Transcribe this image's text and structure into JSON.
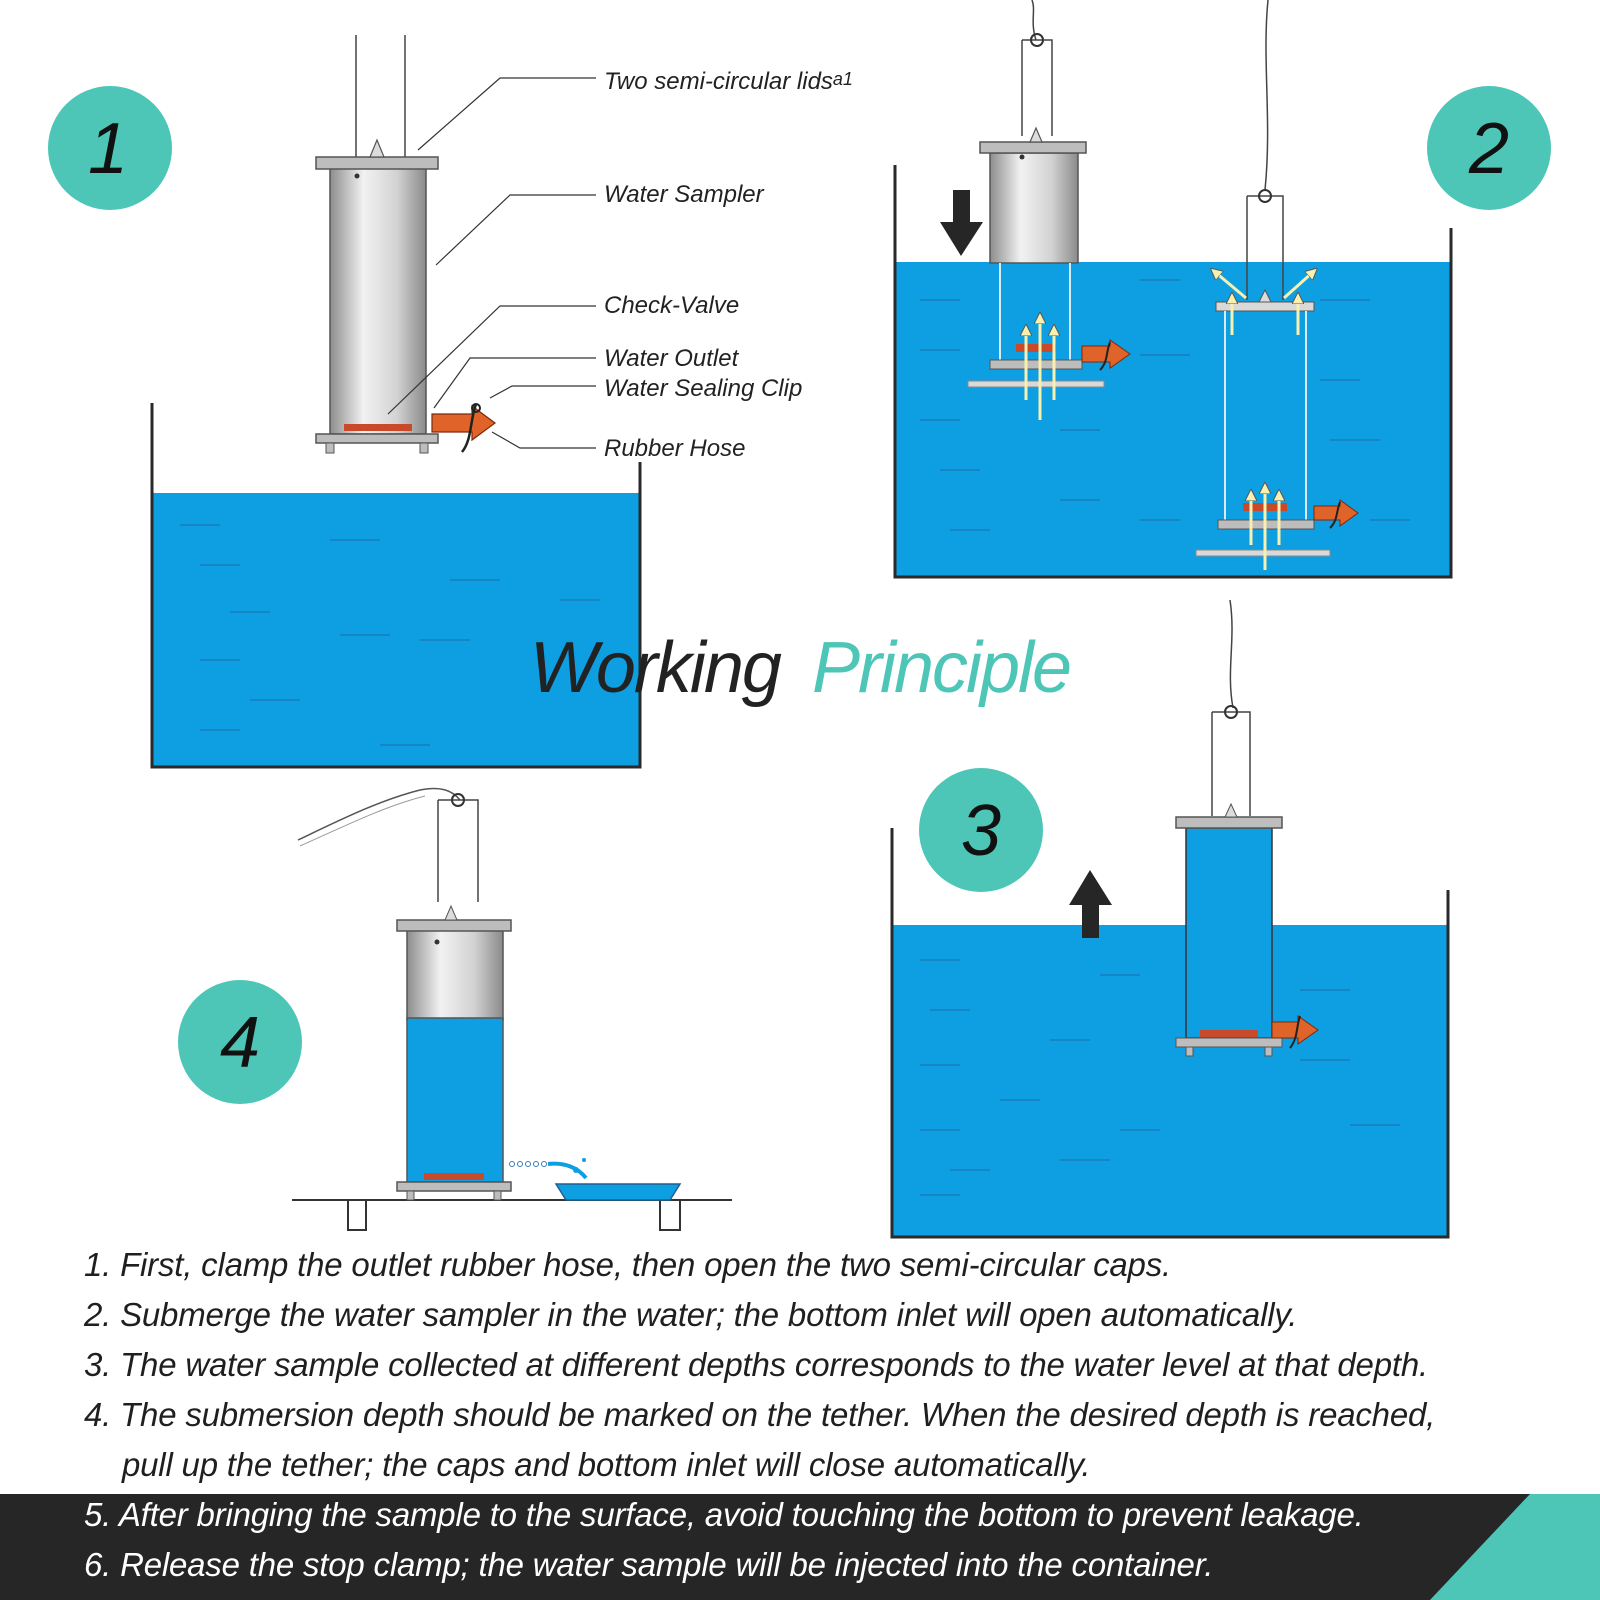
{
  "title": {
    "word1": "Working",
    "word2": "Principle"
  },
  "colors": {
    "teal": "#4ec6b7",
    "water": "#0e9fe2",
    "dark": "#262626",
    "orange": "#e0642a",
    "steel": "#c9c9c9"
  },
  "badges": [
    "1",
    "2",
    "3",
    "4"
  ],
  "callouts": {
    "lids": "Two semi-circular lids",
    "lids_suffix": "a1",
    "sampler": "Water Sampler",
    "check_valve": "Check-Valve",
    "outlet": "Water Outlet",
    "clip": "Water Sealing Clip",
    "hose": "Rubber Hose"
  },
  "steps": [
    "1. First, clamp the outlet rubber hose, then open the two semi-circular caps.",
    "2. Submerge the water sampler in the water; the bottom inlet will open automatically.",
    "3. The water sample collected at different depths corresponds to the water level at that depth.",
    "4. The submersion depth should be marked on the tether. When the desired depth is reached,",
    "pull up the tether; the caps and bottom inlet will close automatically.",
    "5. After bringing the sample to the surface, avoid touching the bottom to prevent leakage.",
    "6. Release the stop clamp; the water sample will be injected into the container."
  ]
}
